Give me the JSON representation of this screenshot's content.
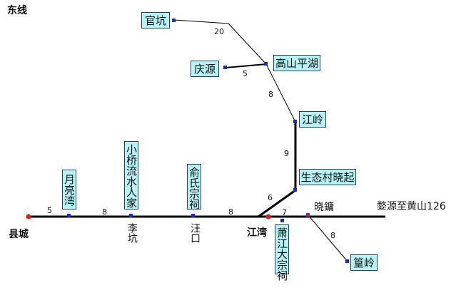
{
  "section_title": "东线",
  "route_label": "婺源至黄山126",
  "places": {
    "xiancheng": "县城",
    "likeng": "李坑",
    "wangkou": "汪口",
    "jiangwan": "江湾",
    "xiaoyong": "晓鏞"
  },
  "stops": {
    "yueliangwan": "月亮湾",
    "xiaoqiao": "小桥流水人家",
    "yushi": "俞氏宗祠",
    "xiaojiang": "萧江大宗祠",
    "shengtai": "生态村晓起",
    "jiangling": "江岭",
    "gaoshan": "高山平湖",
    "qingyuan": "庆源",
    "guankeng": "官坑",
    "huangling": "篁岭"
  },
  "distances": {
    "xiancheng_yueliangwan": "5",
    "yueliangwan_likeng": "8",
    "wangkou_jiangwan": "8",
    "jiangwan_xiaojiang": "7",
    "jiangwan_shengtai": "6",
    "shengtai_jiangling": "9",
    "jiangling_gaoshan": "8",
    "qingyuan_gaoshan": "5",
    "gaoshan_guankeng": "20",
    "xiaoyong_huangling": "8"
  },
  "colors": {
    "box_fill": "#b7f3f7",
    "line": "#000000",
    "node_square": "#1a2fb8",
    "node_town": "#d81e1e",
    "node_xiaoyong": "#9b1f8a"
  }
}
